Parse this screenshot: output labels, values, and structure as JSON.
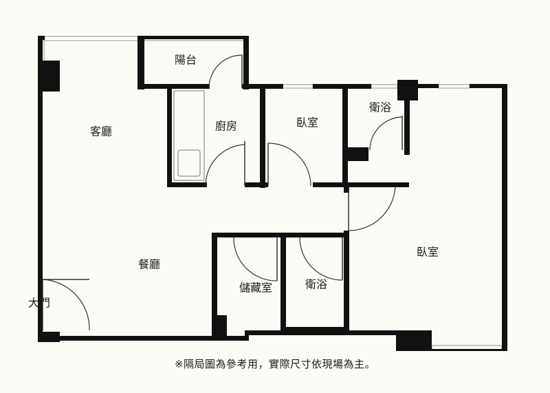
{
  "colors": {
    "wall": "#111111",
    "background": "#fbfbf6"
  },
  "rooms": {
    "balcony": "陽台",
    "living_room": "客廳",
    "kitchen": "廚房",
    "bedroom_1": "臥室",
    "bathroom_1": "衛浴",
    "dining_room": "餐廳",
    "storage_room": "儲藏室",
    "bathroom_2": "衛浴",
    "bedroom_2": "臥室",
    "main_door": "大門"
  },
  "note": "※隔局圖為參考用，實際尺寸依現場為主。"
}
